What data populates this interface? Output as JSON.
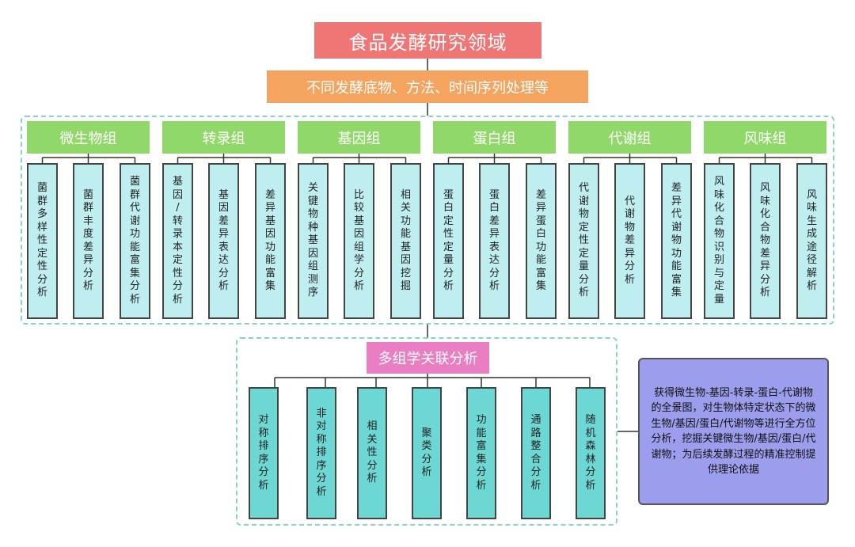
{
  "title": "食品发酵研究领域",
  "subtitle": "不同发酵底物、方法、时间序列处理等",
  "groups": [
    {
      "name": "微生物组",
      "items": [
        "菌群多样性定性分析",
        "菌群丰度差异分析",
        "菌群代谢功能富集分析"
      ]
    },
    {
      "name": "转录组",
      "items": [
        "基因/转录本定性分析",
        "基因差异表达分析",
        "差异基因功能富集"
      ]
    },
    {
      "name": "基因组",
      "items": [
        "关键物种基因组测序",
        "比较基因组学分析",
        "相关功能基因挖掘"
      ]
    },
    {
      "name": "蛋白组",
      "items": [
        "蛋白定性定量分析",
        "蛋白差异表达分析",
        "差异蛋白功能富集"
      ]
    },
    {
      "name": "代谢组",
      "items": [
        "代谢物定性定量分析",
        "代谢物差异分析",
        "差异代谢物功能富集"
      ]
    },
    {
      "name": "风味组",
      "items": [
        "风味化合物识别与定量",
        "风味化合物差异分析",
        "风味生成途径解析"
      ]
    }
  ],
  "multi_omics": {
    "label": "多组学关联分析",
    "methods": [
      "对称排序分析",
      "非对称排序分析",
      "相关性分析",
      "聚类分析",
      "功能富集分析",
      "通路整合分析",
      "随机森林分析"
    ]
  },
  "note": "获得微生物-基因-转录-蛋白-代谢物的全景图，对生物体特定状态下的微生物/基因/蛋白/代谢物等进行全方位分析，挖掘关键微生物/基因/蛋白/代谢物；为后续发酵过程的精准控制提供理论依据",
  "colors": {
    "title": "#f07575",
    "subtitle": "#f4a45f",
    "group": "#90d86a",
    "leaf": "#bfeef0",
    "multi": "#ea7ec3",
    "method": "#6dd7d4",
    "note": "#9c9ded",
    "frame": "#8cd1c5"
  }
}
